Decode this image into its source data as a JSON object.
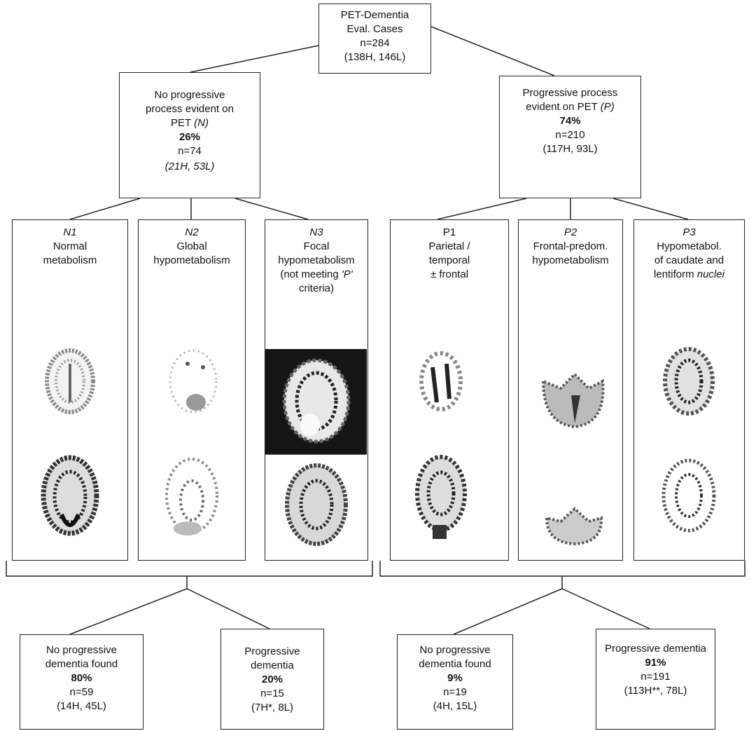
{
  "root": {
    "line1": "PET-Dementia",
    "line2": "Eval. Cases",
    "n": "n=284",
    "hl": "(138H, 146L)"
  },
  "left_branch": {
    "l1": "No progressive",
    "l2": "process evident on",
    "l3a": "PET ",
    "l3b": "(N)",
    "pct": "26%",
    "n": "n=74",
    "hl": "(21H, 53L)"
  },
  "right_branch": {
    "l1": "Progressive process",
    "l2a": "evident on PET ",
    "l2b": "(P)",
    "pct": "74%",
    "n": "n=210",
    "hl": "(117H, 93L)"
  },
  "panels": [
    {
      "code": "N1",
      "l1": "Normal",
      "l2": "metabolism",
      "l3": "",
      "l4": ""
    },
    {
      "code": "N2",
      "l1": "Global",
      "l2": "hypometabolism",
      "l3": "",
      "l4": ""
    },
    {
      "code": "N3",
      "l1": "Focal",
      "l2": "hypometabolism",
      "l3": "(not meeting ",
      "l3b": "'P'",
      "l4": "criteria)"
    },
    {
      "code": "P1",
      "l1": "Parietal /",
      "l2": "temporal",
      "l3": "± frontal",
      "l4": ""
    },
    {
      "code": "P2",
      "l1": "Frontal-predom.",
      "l2": "hypometabolism",
      "l3": "",
      "l4": ""
    },
    {
      "code": "P3",
      "l1": "Hypometabol.",
      "l2": "of caudate  and",
      "l3a": "lentiform ",
      "l3b": "nuclei",
      "l4": ""
    }
  ],
  "outcomes": [
    {
      "l1": "No progressive",
      "l2": "dementia found",
      "pct": "80%",
      "n": "n=59",
      "hl": "(14H, 45L)"
    },
    {
      "l1": "Progressive",
      "l2": "dementia",
      "pct": "20%",
      "n": "n=15",
      "hl": "(7H*, 8L)"
    },
    {
      "l1": "No progressive",
      "l2": "dementia found",
      "pct": "9%",
      "n": "n=19",
      "hl": "(4H, 15L)"
    },
    {
      "l1": "Progressive dementia",
      "l2": "",
      "pct": "91%",
      "n": "n=191",
      "hl": "(113H**, 78L)"
    }
  ]
}
